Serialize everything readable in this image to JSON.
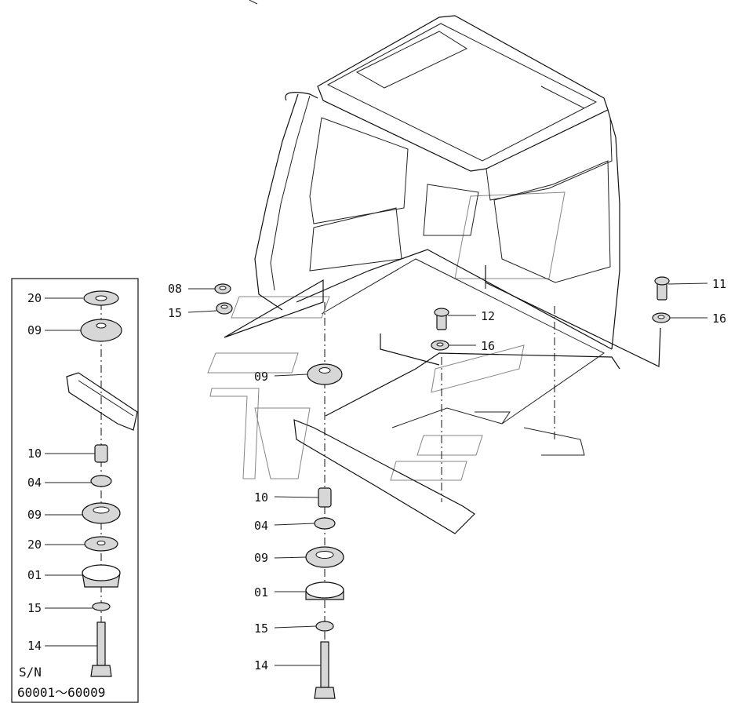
{
  "diagram": {
    "inset": {
      "labels": {
        "p20a": "20",
        "p09a": "09",
        "p10": "10",
        "p04": "04",
        "p09b": "09",
        "p20b": "20",
        "p01": "01",
        "p15": "15",
        "p14": "14"
      },
      "serial_label": "S/N",
      "serial_range": "60001～60009"
    },
    "main": {
      "labels": {
        "p08": "08",
        "p15a": "15",
        "p09a": "09",
        "p10": "10",
        "p04": "04",
        "p09b": "09",
        "p01": "01",
        "p15b": "15",
        "p14": "14",
        "p11": "11",
        "p12": "12",
        "p16a": "16",
        "p16b": "16"
      }
    }
  }
}
